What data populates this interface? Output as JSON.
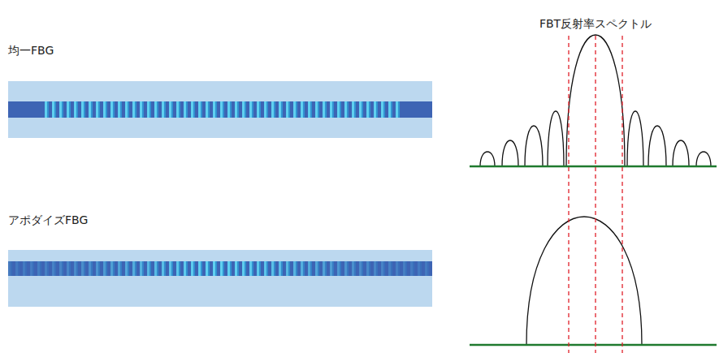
{
  "diagram": {
    "title": "FBT反射率スペクトル",
    "labels": [
      "均一FBG",
      "アポダイズFBG"
    ]
  }
}
